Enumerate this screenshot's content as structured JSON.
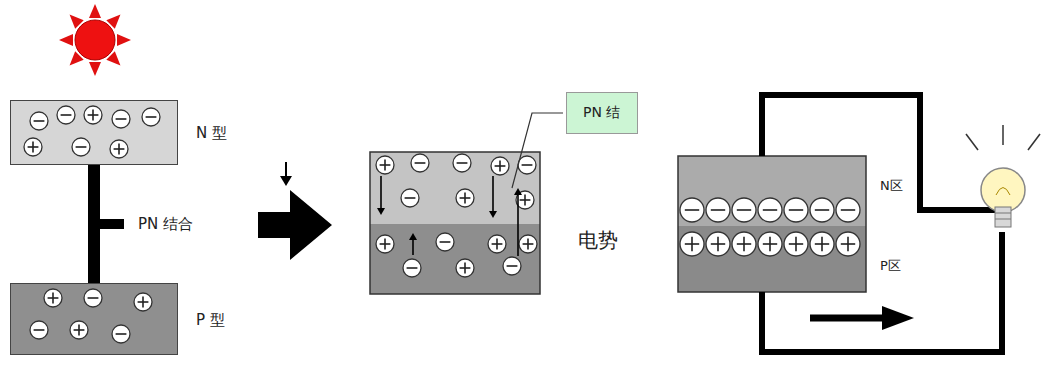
{
  "diagram": {
    "nodes": [
      {
        "text": [
          "N 型"
        ]
      },
      {
        "text": [
          "P 型"
        ]
      },
      {
        "text": [
          "PN 结"
        ]
      }
    ],
    "edges": [
      {
        "from": 0,
        "to": 1,
        "arrow": "none",
        "label": "PN 结合"
      }
    ],
    "labels": [
      "电势",
      "N区",
      "P区"
    ]
  }
}
